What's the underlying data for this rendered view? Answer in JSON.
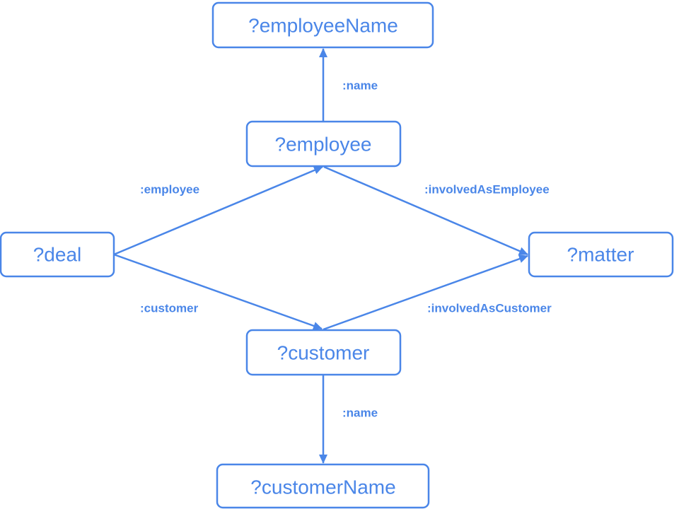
{
  "colors": {
    "accent": "#4a86e8",
    "background": "#ffffff"
  },
  "nodes": {
    "employee_name": "?employeeName",
    "employee": "?employee",
    "deal": "?deal",
    "matter": "?matter",
    "customer": "?customer",
    "customer_name": "?customerName"
  },
  "edges": {
    "employee_to_name": ":name",
    "deal_to_employee": ":employee",
    "employee_to_matter": ":involvedAsEmployee",
    "deal_to_customer": ":customer",
    "customer_to_matter": ":involvedAsCustomer",
    "customer_to_name": ":name"
  }
}
